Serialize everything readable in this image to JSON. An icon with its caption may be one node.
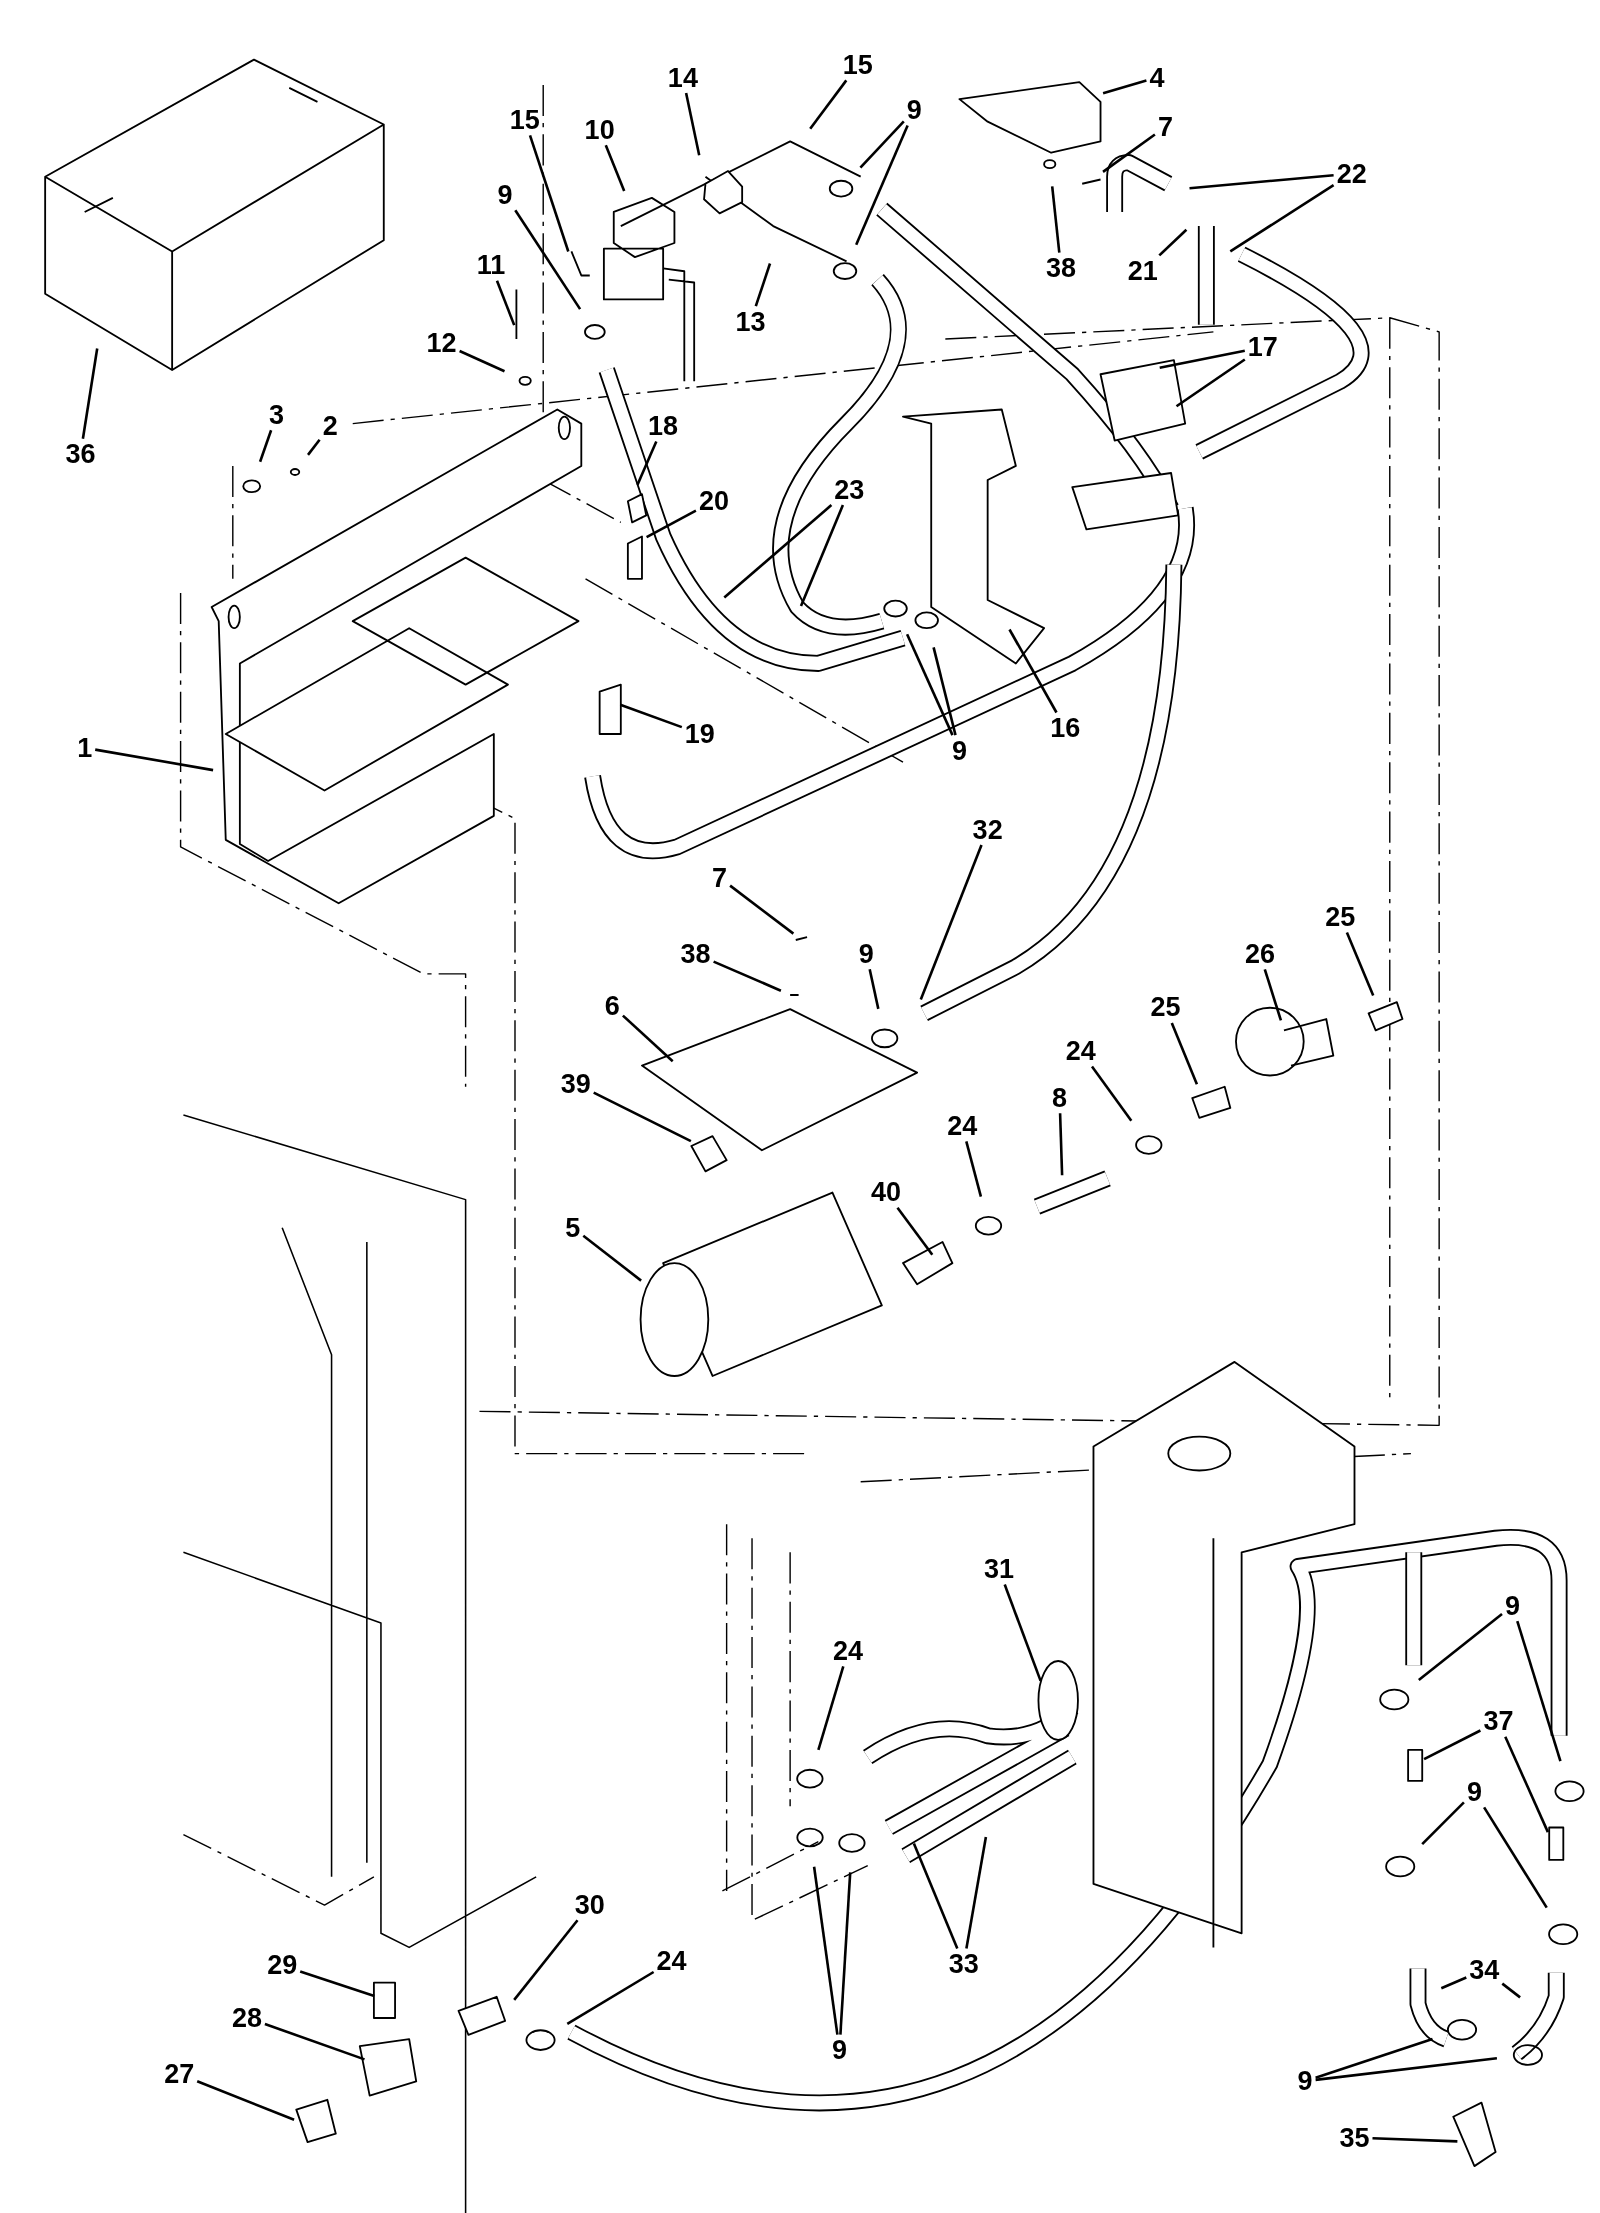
{
  "diagram": {
    "nodes": [
      {
        "text": [
          "36"
        ]
      },
      {
        "text": [
          "15"
        ]
      },
      {
        "text": [
          "10"
        ]
      },
      {
        "text": [
          "14"
        ]
      },
      {
        "text": [
          "15"
        ]
      },
      {
        "text": [
          "9"
        ]
      },
      {
        "text": [
          "4"
        ]
      },
      {
        "text": [
          "7"
        ]
      },
      {
        "text": [
          "22"
        ]
      },
      {
        "text": [
          "21"
        ]
      },
      {
        "text": [
          "38"
        ]
      },
      {
        "text": [
          "9"
        ]
      },
      {
        "text": [
          "13"
        ]
      },
      {
        "text": [
          "11"
        ]
      },
      {
        "text": [
          "12"
        ]
      },
      {
        "text": [
          "17"
        ]
      },
      {
        "text": [
          "3"
        ]
      },
      {
        "text": [
          "2"
        ]
      },
      {
        "text": [
          "18"
        ]
      },
      {
        "text": [
          "20"
        ]
      },
      {
        "text": [
          "23"
        ]
      },
      {
        "text": [
          "9"
        ]
      },
      {
        "text": [
          "16"
        ]
      },
      {
        "text": [
          "19"
        ]
      },
      {
        "text": [
          "1"
        ]
      },
      {
        "text": [
          "32"
        ]
      },
      {
        "text": [
          "7"
        ]
      },
      {
        "text": [
          "38"
        ]
      },
      {
        "text": [
          "9"
        ]
      },
      {
        "text": [
          "25"
        ]
      },
      {
        "text": [
          "26"
        ]
      },
      {
        "text": [
          "6"
        ]
      },
      {
        "text": [
          "25"
        ]
      },
      {
        "text": [
          "24"
        ]
      },
      {
        "text": [
          "39"
        ]
      },
      {
        "text": [
          "8"
        ]
      },
      {
        "text": [
          "24"
        ]
      },
      {
        "text": [
          "40"
        ]
      },
      {
        "text": [
          "5"
        ]
      },
      {
        "text": [
          "31"
        ]
      },
      {
        "text": [
          "24"
        ]
      },
      {
        "text": [
          "9"
        ]
      },
      {
        "text": [
          "37"
        ]
      },
      {
        "text": [
          "9"
        ]
      },
      {
        "text": [
          "34"
        ]
      },
      {
        "text": [
          "33"
        ]
      },
      {
        "text": [
          "9"
        ]
      },
      {
        "text": [
          "9"
        ]
      },
      {
        "text": [
          "35"
        ]
      },
      {
        "text": [
          "29"
        ]
      },
      {
        "text": [
          "30"
        ]
      },
      {
        "text": [
          "24"
        ]
      },
      {
        "text": [
          "28"
        ]
      },
      {
        "text": [
          "27"
        ]
      }
    ],
    "edges": [
      {
        "from": 0,
        "to": null,
        "arrow": "none"
      },
      {
        "from": 1,
        "to": null,
        "arrow": "none"
      },
      {
        "from": 2,
        "to": null,
        "arrow": "none"
      },
      {
        "from": 3,
        "to": null,
        "arrow": "none"
      },
      {
        "from": 4,
        "to": null,
        "arrow": "none"
      },
      {
        "from": 5,
        "to": null,
        "arrow": "none"
      },
      {
        "from": 5,
        "to": null,
        "arrow": "none"
      },
      {
        "from": 6,
        "to": null,
        "arrow": "none"
      },
      {
        "from": 7,
        "to": null,
        "arrow": "none"
      },
      {
        "from": 8,
        "to": null,
        "arrow": "none"
      },
      {
        "from": 8,
        "to": null,
        "arrow": "none"
      },
      {
        "from": 9,
        "to": null,
        "arrow": "none"
      },
      {
        "from": 10,
        "to": null,
        "arrow": "none"
      },
      {
        "from": 11,
        "to": null,
        "arrow": "none"
      },
      {
        "from": 12,
        "to": null,
        "arrow": "none"
      },
      {
        "from": 13,
        "to": null,
        "arrow": "none"
      },
      {
        "from": 14,
        "to": null,
        "arrow": "none"
      },
      {
        "from": 15,
        "to": null,
        "arrow": "none"
      },
      {
        "from": 15,
        "to": null,
        "arrow": "none"
      },
      {
        "from": 16,
        "to": null,
        "arrow": "none"
      },
      {
        "from": 17,
        "to": null,
        "arrow": "none"
      },
      {
        "from": 18,
        "to": null,
        "arrow": "none"
      },
      {
        "from": 19,
        "to": null,
        "arrow": "none"
      },
      {
        "from": 20,
        "to": null,
        "arrow": "none"
      },
      {
        "from": 20,
        "to": null,
        "arrow": "none"
      },
      {
        "from": 21,
        "to": null,
        "arrow": "none"
      },
      {
        "from": 21,
        "to": null,
        "arrow": "none"
      },
      {
        "from": 22,
        "to": null,
        "arrow": "none"
      },
      {
        "from": 23,
        "to": null,
        "arrow": "none"
      },
      {
        "from": 24,
        "to": null,
        "arrow": "none"
      },
      {
        "from": 25,
        "to": null,
        "arrow": "none"
      },
      {
        "from": 26,
        "to": null,
        "arrow": "none"
      },
      {
        "from": 27,
        "to": null,
        "arrow": "none"
      },
      {
        "from": 28,
        "to": null,
        "arrow": "none"
      },
      {
        "from": 29,
        "to": null,
        "arrow": "none"
      },
      {
        "from": 30,
        "to": null,
        "arrow": "none"
      },
      {
        "from": 31,
        "to": null,
        "arrow": "none"
      },
      {
        "from": 32,
        "to": null,
        "arrow": "none"
      },
      {
        "from": 33,
        "to": null,
        "arrow": "none"
      },
      {
        "from": 34,
        "to": null,
        "arrow": "none"
      },
      {
        "from": 35,
        "to": null,
        "arrow": "none"
      },
      {
        "from": 36,
        "to": null,
        "arrow": "none"
      },
      {
        "from": 37,
        "to": null,
        "arrow": "none"
      },
      {
        "from": 38,
        "to": null,
        "arrow": "none"
      },
      {
        "from": 39,
        "to": null,
        "arrow": "none"
      },
      {
        "from": 40,
        "to": null,
        "arrow": "none"
      },
      {
        "from": 41,
        "to": null,
        "arrow": "none"
      },
      {
        "from": 41,
        "to": null,
        "arrow": "none"
      },
      {
        "from": 42,
        "to": null,
        "arrow": "none"
      },
      {
        "from": 42,
        "to": null,
        "arrow": "none"
      },
      {
        "from": 43,
        "to": null,
        "arrow": "none"
      },
      {
        "from": 43,
        "to": null,
        "arrow": "none"
      },
      {
        "from": 44,
        "to": null,
        "arrow": "none"
      },
      {
        "from": 44,
        "to": null,
        "arrow": "none"
      },
      {
        "from": 45,
        "to": null,
        "arrow": "none"
      },
      {
        "from": 45,
        "to": null,
        "arrow": "none"
      },
      {
        "from": 46,
        "to": null,
        "arrow": "none"
      },
      {
        "from": 46,
        "to": null,
        "arrow": "none"
      },
      {
        "from": 47,
        "to": null,
        "arrow": "none"
      },
      {
        "from": 47,
        "to": null,
        "arrow": "none"
      },
      {
        "from": 48,
        "to": null,
        "arrow": "none"
      },
      {
        "from": 49,
        "to": null,
        "arrow": "none"
      },
      {
        "from": 50,
        "to": null,
        "arrow": "none"
      },
      {
        "from": 51,
        "to": null,
        "arrow": "none"
      },
      {
        "from": 52,
        "to": null,
        "arrow": "none"
      },
      {
        "from": 53,
        "to": null,
        "arrow": "none"
      }
    ]
  }
}
